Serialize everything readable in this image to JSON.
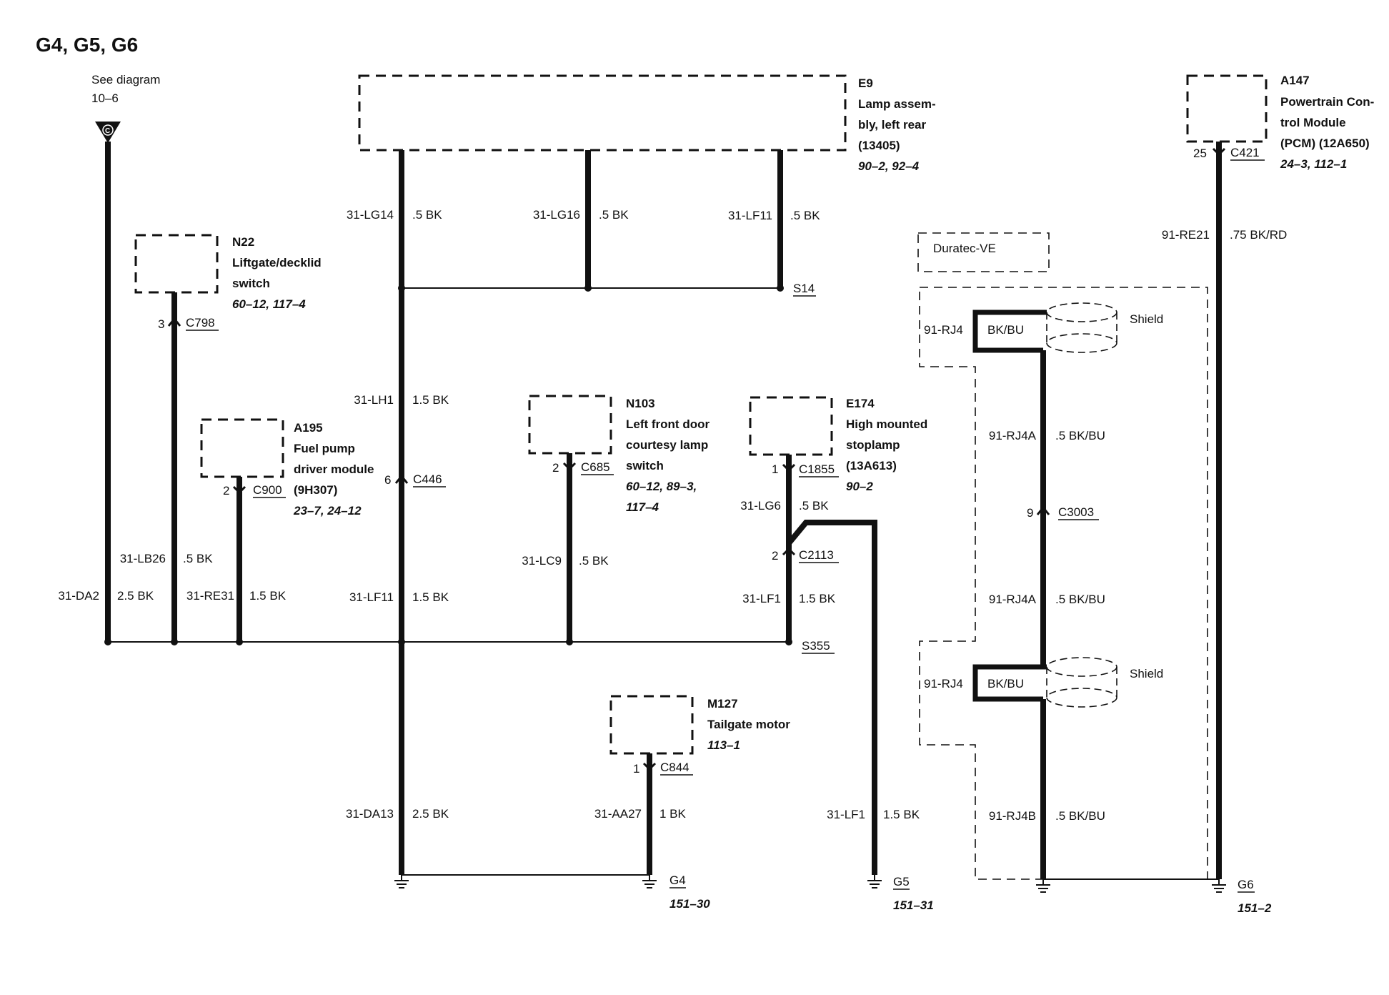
{
  "title": "G4, G5, G6",
  "see_diagram": {
    "line1": "See diagram",
    "line2": "10–6",
    "marker": "C"
  },
  "components": {
    "e9": {
      "id": "E9",
      "lines": [
        "Lamp assem-",
        "bly, left rear",
        "(13405)"
      ],
      "ref": "90–2, 92–4"
    },
    "a147": {
      "id": "A147",
      "lines": [
        "Powertrain Con-",
        "trol Module",
        "(PCM) (12A650)"
      ],
      "ref": "24–3, 112–1"
    },
    "n22": {
      "id": "N22",
      "lines": [
        "Liftgate/decklid",
        "switch"
      ],
      "ref": "60–12, 117–4"
    },
    "a195": {
      "id": "A195",
      "lines": [
        "Fuel pump",
        "driver module",
        "(9H307)"
      ],
      "ref": "23–7, 24–12"
    },
    "n103": {
      "id": "N103",
      "lines": [
        "Left front door",
        "courtesy lamp",
        "switch"
      ],
      "ref1": "60–12, 89–3,",
      "ref2": "117–4"
    },
    "e174": {
      "id": "E174",
      "lines": [
        "High mounted",
        "stoplamp",
        "(13A613)"
      ],
      "ref": "90–2"
    },
    "m127": {
      "id": "M127",
      "lines": [
        "Tailgate motor"
      ],
      "ref": "113–1"
    },
    "duratec": "Duratec-VE"
  },
  "connectors": {
    "c421": {
      "pin": "25",
      "name": "C421"
    },
    "c798": {
      "pin": "3",
      "name": "C798"
    },
    "c900": {
      "pin": "2",
      "name": "C900"
    },
    "c446": {
      "pin": "6",
      "name": "C446"
    },
    "c685": {
      "pin": "2",
      "name": "C685"
    },
    "c1855": {
      "pin": "1",
      "name": "C1855"
    },
    "c2113": {
      "pin": "2",
      "name": "C2113"
    },
    "c3003": {
      "pin": "9",
      "name": "C3003"
    },
    "c844": {
      "pin": "1",
      "name": "C844"
    }
  },
  "splices": {
    "s14": "S14",
    "s355": "S355"
  },
  "wires": {
    "lg14": {
      "circuit": "31-LG14",
      "spec": ".5 BK"
    },
    "lg16": {
      "circuit": "31-LG16",
      "spec": ".5 BK"
    },
    "lf11_top": {
      "circuit": "31-LF11",
      "spec": ".5 BK"
    },
    "re21": {
      "circuit": "91-RE21",
      "spec": ".75 BK/RD"
    },
    "lh1": {
      "circuit": "31-LH1",
      "spec": "1.5 BK"
    },
    "lb26": {
      "circuit": "31-LB26",
      "spec": ".5 BK"
    },
    "da2": {
      "circuit": "31-DA2",
      "spec": "2.5 BK"
    },
    "re31": {
      "circuit": "31-RE31",
      "spec": "1.5 BK"
    },
    "lf11_low": {
      "circuit": "31-LF11",
      "spec": "1.5 BK"
    },
    "lc9": {
      "circuit": "31-LC9",
      "spec": ".5 BK"
    },
    "lg6": {
      "circuit": "31-LG6",
      "spec": ".5 BK"
    },
    "lf1_upper": {
      "circuit": "31-LF1",
      "spec": "1.5 BK"
    },
    "lf1_lower": {
      "circuit": "31-LF1",
      "spec": "1.5 BK"
    },
    "da13": {
      "circuit": "31-DA13",
      "spec": "2.5 BK"
    },
    "aa27": {
      "circuit": "31-AA27",
      "spec": "1 BK"
    },
    "rj4_top": {
      "circuit": "91-RJ4",
      "color": "BK/BU"
    },
    "rj4a_upper": {
      "circuit": "91-RJ4A",
      "spec": ".5 BK/BU"
    },
    "rj4a_lower": {
      "circuit": "91-RJ4A",
      "spec": ".5 BK/BU"
    },
    "rj4_bottom": {
      "circuit": "91-RJ4",
      "color": "BK/BU"
    },
    "rj4b": {
      "circuit": "91-RJ4B",
      "spec": ".5 BK/BU"
    }
  },
  "shield_label": "Shield",
  "grounds": {
    "g4": {
      "name": "G4",
      "ref": "151–30"
    },
    "g5": {
      "name": "G5",
      "ref": "151–31"
    },
    "g6": {
      "name": "G6",
      "ref": "151–2"
    }
  }
}
